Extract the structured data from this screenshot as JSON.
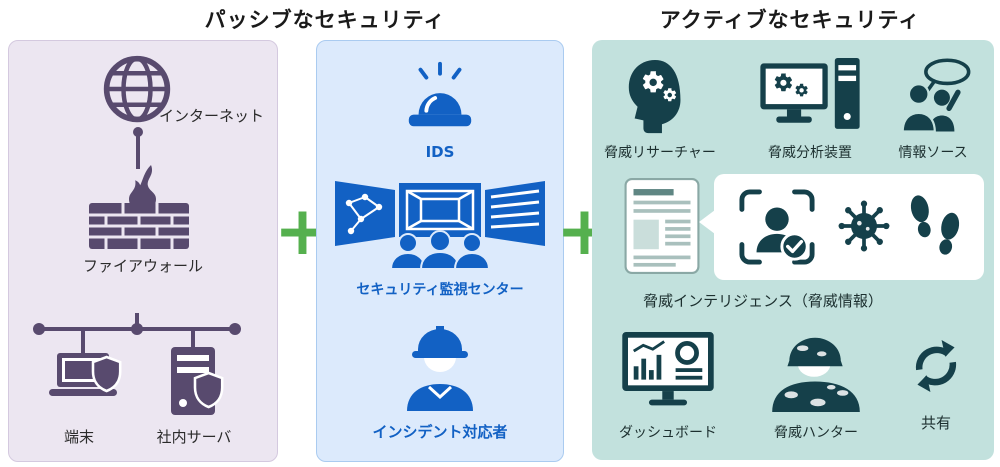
{
  "header": {
    "passive_title": "パッシブなセキュリティ",
    "active_title": "アクティブなセキュリティ"
  },
  "plus_sign": "+",
  "passive": {
    "internet": "インターネット",
    "firewall": "ファイアウォール",
    "endpoint": "端末",
    "server": "社内サーバ"
  },
  "monitoring": {
    "ids": "IDS",
    "soc": "セキュリティ監視センター",
    "responder": "インシデント対応者"
  },
  "active": {
    "researcher": "脅威リサーチャー",
    "analyzer": "脅威分析装置",
    "source": "情報ソース",
    "intelligence": "脅威インテリジェンス（脅威情報）",
    "dashboard": "ダッシュボード",
    "hunter": "脅威ハンター",
    "share": "共有"
  },
  "colors": {
    "passive_bg": "#ece6f1",
    "passive_icon": "#584a6e",
    "monitor_bg": "#dceafc",
    "monitor_icon": "#1261c4",
    "monitor_border": "#aacbf0",
    "active_bg": "#c2e1dd",
    "active_icon": "#15404a",
    "plus_green": "#55b04e",
    "label_dark": "#2b2b2b",
    "label_blue": "#1261c4",
    "label_teal": "#1c2f2f",
    "title_color": "#1a1a1a",
    "bubble_bg": "#ffffff"
  }
}
